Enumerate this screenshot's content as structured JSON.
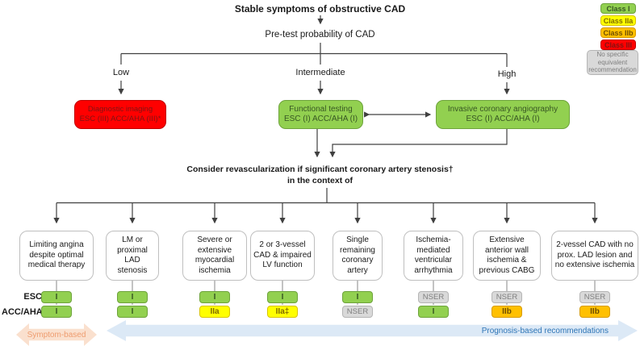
{
  "title": "Stable symptoms of obstructive CAD",
  "pretest": "Pre-test probability of CAD",
  "branches": {
    "low": "Low",
    "intermediate": "Intermediate",
    "high": "High"
  },
  "decision_boxes": {
    "diagnostic": {
      "line1": "Diagnostic imaging",
      "line2": "ESC (III) ACC/AHA (III)*"
    },
    "functional": {
      "line1": "Functional testing",
      "line2": "ESC (I) ACC/AHA (I)"
    },
    "invasive": {
      "line1": "Invasive coronary angiography",
      "line2": "ESC (I) ACC/AHA (I)"
    }
  },
  "consider": {
    "line1": "Consider revascularization if significant coronary artery stenosis†",
    "line2": "in the context of"
  },
  "row_labels": {
    "esc": "ESC",
    "acc_aha": "ACC/AHA"
  },
  "columns": [
    {
      "title": "Limiting angina despite optimal medical therapy",
      "esc": "I",
      "acc_aha": "I"
    },
    {
      "title": "LM or proximal LAD stenosis",
      "esc": "I",
      "acc_aha": "I"
    },
    {
      "title": "Severe or extensive myocardial ischemia",
      "esc": "I",
      "acc_aha": "IIa"
    },
    {
      "title": "2 or 3-vessel CAD & impaired LV function",
      "esc": "I",
      "acc_aha": "IIa‡"
    },
    {
      "title": "Single remaining coronary artery",
      "esc": "I",
      "acc_aha": "NSER"
    },
    {
      "title": "Ischemia-mediated ventricular arrhythmia",
      "esc": "NSER",
      "acc_aha": "I"
    },
    {
      "title": "Extensive anterior wall ischemia & previous CABG",
      "esc": "NSER",
      "acc_aha": "IIb"
    },
    {
      "title": "2-vessel CAD with no prox. LAD lesion and no extensive ischemia",
      "esc": "NSER",
      "acc_aha": "IIb"
    }
  ],
  "legend": {
    "items": [
      {
        "label": "Class I",
        "level": "I"
      },
      {
        "label": "Class IIa",
        "level": "IIa"
      },
      {
        "label": "Class IIb",
        "level": "IIb"
      },
      {
        "label": "Class III",
        "level": "III"
      },
      {
        "label": "No specific equivalent recommendation",
        "level": "NSER"
      }
    ]
  },
  "footer": {
    "symptom": "Symptom-based",
    "prognosis": "Prognosis-based recommendations"
  },
  "colors": {
    "class_i": "#92D050",
    "class_iia": "#FFFF00",
    "class_iib": "#FFC000",
    "class_iii": "#FF0000",
    "nser": "#D9D9D9",
    "connector": "#404040",
    "symptom_arrow_text": "#EE9C6F",
    "prognosis_arrow_text": "#2E75B6"
  }
}
